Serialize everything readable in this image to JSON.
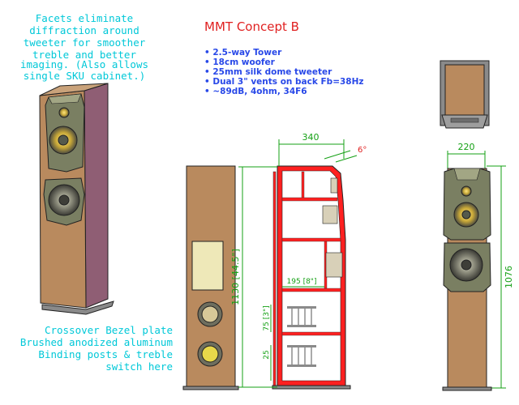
{
  "title": "MMT Concept B",
  "specs": [
    "• 2.5-way Tower",
    "• 18cm woofer",
    "• 25mm silk dome tweeter",
    "• Dual 3\" vents on back Fb=38Hz",
    "• ~89dB, 4ohm, 34F6"
  ],
  "note_top": [
    "Facets eliminate",
    "diffraction around",
    "tweeter for smoother",
    "treble and better",
    "imaging.  (Also allows",
    "single SKU cabinet.)"
  ],
  "note_bottom": [
    "Crossover Bezel plate",
    "Brushed anodized aluminum",
    "Binding posts & treble",
    "switch here"
  ],
  "dimensions": {
    "depth": "340",
    "angle": "6°",
    "width": "220",
    "height_section": "1130 [44.5\"]",
    "height_front": "1076",
    "shelf": "195 [8\"]",
    "port": "75 [3\"]",
    "base": "25"
  },
  "colors": {
    "cabinet_face": "#b98a5e",
    "cabinet_side": "#8f5e74",
    "bezel": "#7a7f62",
    "section_red": "#ff2020",
    "dimension_green": "#14a014",
    "note_cyan": "#00c8d8",
    "title_red": "#e02020",
    "spec_blue": "#2848e8",
    "plate": "#eee8b8"
  }
}
